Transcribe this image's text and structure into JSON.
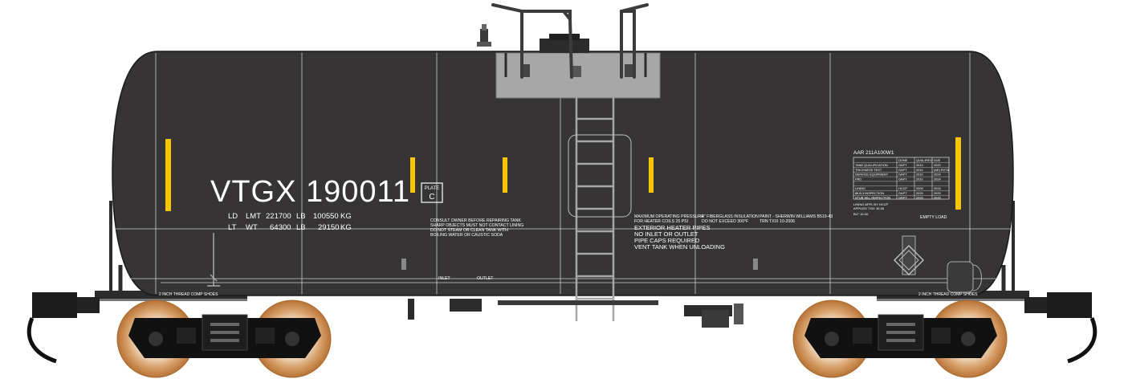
{
  "car": {
    "reporting_mark": "VTGX 190011",
    "plate_badge_top": "PLATE",
    "plate_badge_letter": "C",
    "capacity": {
      "ld": {
        "a": "LD",
        "b": "LMT",
        "lb_value": "221700",
        "lb_unit": "LB",
        "kg_value": "100550",
        "kg_unit": "KG"
      },
      "lt": {
        "a": "LT",
        "b": "WT",
        "lb_value": "64300",
        "lb_unit": "LB",
        "kg_value": "29150",
        "kg_unit": "KG"
      }
    }
  },
  "stencils": {
    "consult": [
      "CONSULT OWNER BEFORE REPAIRING TANK",
      "SHARP OBJECTS MUST NOT CONTACT LINING",
      "DO NOT STEAM OR CLEAN TANK WITH",
      "BOILING WATER OR CAUSTIC SODA"
    ],
    "pressure": [
      "MAXIMUM OPERATING PRESSURE",
      "FOR HEATER COILS 25 PSI"
    ],
    "insulation": [
      "4\" FIBERGLASS INSULATION",
      "DO NOT EXCEED 300°F"
    ],
    "paint_line1": "PAINT - SHERWIN WILLIAMS  B519-43",
    "paint_line2": "TRN    TXIX       10-2006",
    "heater": [
      "EXTERIOR HEATER PIPES",
      "NO INLET OR OUTLET",
      "PIPE CAPS REQUIRED",
      "VENT TANK WHEN UNLOADING"
    ],
    "inlet": "INLET",
    "outlet": "OUTLET",
    "thread_left": "2 INCH THREAD   COMP SHOES",
    "thread_right": "2 INCH THREAD   COMP SHOES",
    "empty_load": "EMPTY LOAD",
    "lining_note": [
      "LINING APPL BY HCCP",
      "APPLIED  TXIX  10-06"
    ],
    "small_code": "BLT 10-06"
  },
  "spec_table": {
    "title": "AAR 211A100W1",
    "headers": [
      "",
      "DONE",
      "QUALIFIED",
      "DUE"
    ],
    "rows": [
      [
        "TANK QUALIFICATION",
        "GAPT",
        "2010",
        "2020"
      ],
      [
        "THICKNESS TEST",
        "GAPT",
        "2010",
        "(AE) RVT&"
      ],
      [
        "SERVICE EQUIPMENT",
        "GAPT",
        "2010",
        "2024"
      ],
      [
        "PRD",
        "GAPT",
        "2010",
        "2024"
      ],
      [
        "",
        "",
        "",
        ""
      ],
      [
        "LINING",
        "HCCP",
        "2009",
        "2024"
      ],
      [
        "88.B.3 INSPECTION",
        "GAPT",
        "2029",
        "2029"
      ],
      [
        "STUB SILL INSPECTION",
        "GAPT",
        "2029",
        "2029"
      ]
    ]
  },
  "colors": {
    "tank": "#363435",
    "detail_line": "#cfcfcf",
    "platform": "#a7a7a7",
    "reflector": "#f7c600",
    "wheel_rim": "#c8894c",
    "wheel_face": "#f3e6d6",
    "truck": "#111111"
  }
}
